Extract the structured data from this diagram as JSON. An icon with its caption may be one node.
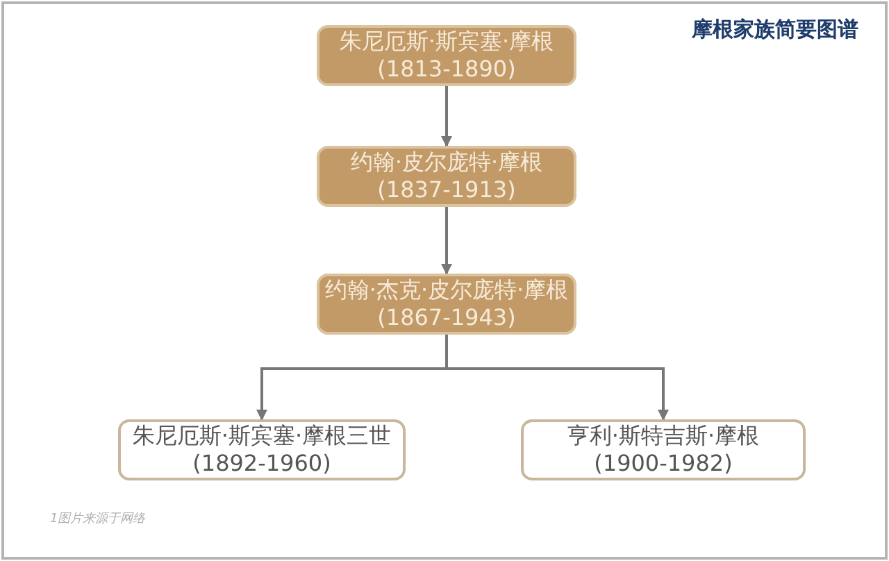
{
  "diagram": {
    "title": "摩根家族简要图谱",
    "nodes": [
      {
        "text": [
          "朱尼厄斯·斯宾塞·摩根",
          "(1813-1890)"
        ]
      },
      {
        "text": [
          "约翰·皮尔庞特·摩根",
          "(1837-1913)"
        ]
      },
      {
        "text": [
          "约翰·杰克·皮尔庞特·摩根",
          "(1867-1943)"
        ]
      },
      {
        "text": [
          "朱尼厄斯·斯宾塞·摩根三世",
          "(1892-1960)"
        ]
      },
      {
        "text": [
          "亨利·斯特吉斯·摩根",
          "(1900-1982)"
        ]
      }
    ],
    "edges": [
      {
        "from": 0,
        "to": 1,
        "arrow": "to"
      },
      {
        "from": 1,
        "to": 2,
        "arrow": "to"
      },
      {
        "from": 2,
        "to": 3,
        "arrow": "to"
      },
      {
        "from": 2,
        "to": 4,
        "arrow": "to"
      }
    ],
    "labels": [
      "1图片来源于网络"
    ]
  }
}
